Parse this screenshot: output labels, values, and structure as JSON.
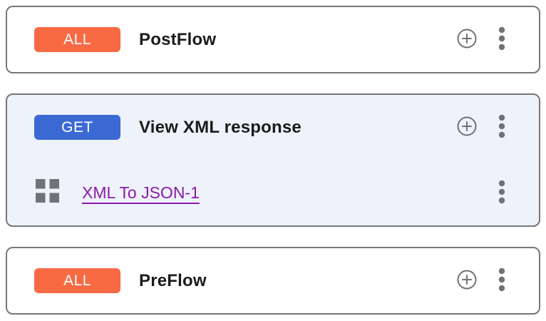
{
  "colors": {
    "all_badge_bg": "#F76A44",
    "get_badge_bg": "#3B69D4",
    "badge_text": "#FFFFFF",
    "selected_card_bg": "#EEF2FA",
    "card_border": "#74787C",
    "flow_title_text": "#1B1B1B",
    "policy_link_text": "#8A1BA8",
    "icon_gray": "#6F7276"
  },
  "cards": [
    {
      "badge": "ALL",
      "title": "PostFlow",
      "add_icon": "plus-circle-icon",
      "menu_icon": "kebab-menu-icon"
    },
    {
      "badge": "GET",
      "title": "View XML response",
      "add_icon": "plus-circle-icon",
      "menu_icon": "kebab-menu-icon",
      "steps": [
        {
          "icon": "policy-grid-icon",
          "label": "XML To JSON-1",
          "menu_icon": "kebab-menu-icon"
        }
      ]
    },
    {
      "badge": "ALL",
      "title": "PreFlow",
      "add_icon": "plus-circle-icon",
      "menu_icon": "kebab-menu-icon"
    }
  ]
}
